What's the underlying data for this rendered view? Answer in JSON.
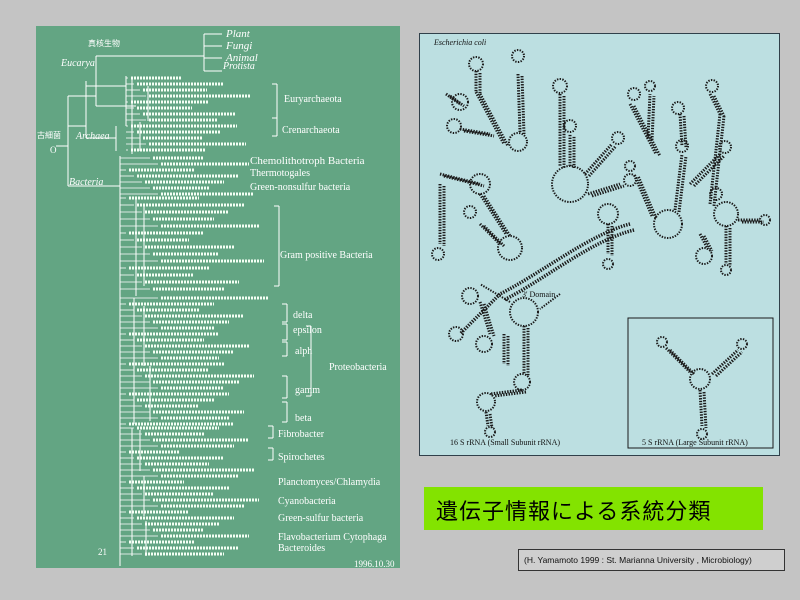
{
  "tree": {
    "groups": [
      {
        "key": "plant",
        "text": "Plant"
      },
      {
        "key": "fungi",
        "text": "Fungi"
      },
      {
        "key": "animal",
        "text": "Animal"
      },
      {
        "key": "protista",
        "text": "Protista"
      },
      {
        "key": "eucarya",
        "text": "Eucarya"
      },
      {
        "key": "archaea",
        "text": "Archaea"
      },
      {
        "key": "bacteria",
        "text": "Bacteria"
      },
      {
        "key": "kingdom1",
        "text": "真核生物"
      },
      {
        "key": "kingdom2",
        "text": "古細菌"
      },
      {
        "key": "root",
        "text": "O"
      },
      {
        "key": "euryarch",
        "text": "Euryarchaeota"
      },
      {
        "key": "crenarch",
        "text": "Crenarchaeota"
      },
      {
        "key": "chemo",
        "text": "Chemolithotroph Bacteria"
      },
      {
        "key": "thermo",
        "text": "Thermotogales"
      },
      {
        "key": "green_non",
        "text": "Green-nonsulfur bacteria"
      },
      {
        "key": "gram",
        "text": "Gram positive Bacteria"
      },
      {
        "key": "delta",
        "text": "delta"
      },
      {
        "key": "epsilon",
        "text": "epsilon"
      },
      {
        "key": "alpha",
        "text": "alph"
      },
      {
        "key": "proteo",
        "text": "Proteobacteria"
      },
      {
        "key": "gamma",
        "text": "gamm"
      },
      {
        "key": "beta",
        "text": "beta"
      },
      {
        "key": "fibro",
        "text": "Fibrobacter"
      },
      {
        "key": "spiro",
        "text": "Spirochetes"
      },
      {
        "key": "plancto",
        "text": "Planctomyces/Chlamydia"
      },
      {
        "key": "cyano",
        "text": "Cyanobacteria"
      },
      {
        "key": "green_sul",
        "text": "Green-sulfur bacteria"
      },
      {
        "key": "flavo",
        "text": "Flavobacterium Cytophaga"
      },
      {
        "key": "bactero",
        "text": "Bacteroides"
      }
    ],
    "page_no": "21",
    "date": "1996.10.30"
  },
  "rna": {
    "organism": "Escherichia coli",
    "domain_label": "3' Domain",
    "small_caption": "16 S rRNA (Small Subunit rRNA)",
    "large_caption": "5 S rRNA (Large Subunit rRNA)"
  },
  "title": "遺伝子情報による系統分類",
  "credit": "(H. Yamamoto 1999 : St. Marianna University , Microbiology)",
  "colors": {
    "page_bg": "#c4c4c4",
    "tree_bg": "#63a583",
    "rna_bg": "#bcdfe1",
    "title_bg": "#83e300"
  }
}
